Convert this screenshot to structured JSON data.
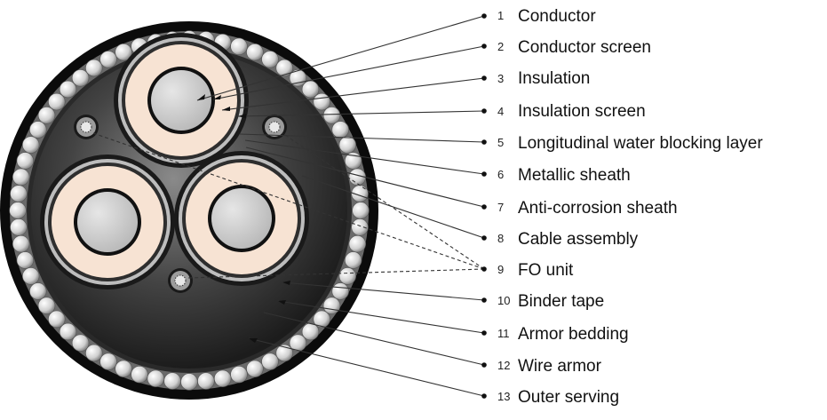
{
  "colors": {
    "outer_serving": "#0b0b0b",
    "wire_armor": "#d9d9d9",
    "filler": "#3a3a3a",
    "insulation": "#f7e3d3",
    "conductor": "#cfcfcf",
    "sheath": "#2a2a2a",
    "leader": "#333333"
  },
  "labels": [
    {
      "num": "1",
      "text": "Conductor"
    },
    {
      "num": "2",
      "text": "Conductor screen"
    },
    {
      "num": "3",
      "text": "Insulation"
    },
    {
      "num": "4",
      "text": "Insulation screen"
    },
    {
      "num": "5",
      "text": "Longitudinal water blocking layer"
    },
    {
      "num": "6",
      "text": "Metallic sheath"
    },
    {
      "num": "7",
      "text": "Anti-corrosion sheath"
    },
    {
      "num": "8",
      "text": "Cable assembly"
    },
    {
      "num": "9",
      "text": "FO unit"
    },
    {
      "num": "10",
      "text": "Binder tape"
    },
    {
      "num": "11",
      "text": "Armor bedding"
    },
    {
      "num": "12",
      "text": "Wire armor"
    },
    {
      "num": "13",
      "text": "Outer serving"
    }
  ]
}
